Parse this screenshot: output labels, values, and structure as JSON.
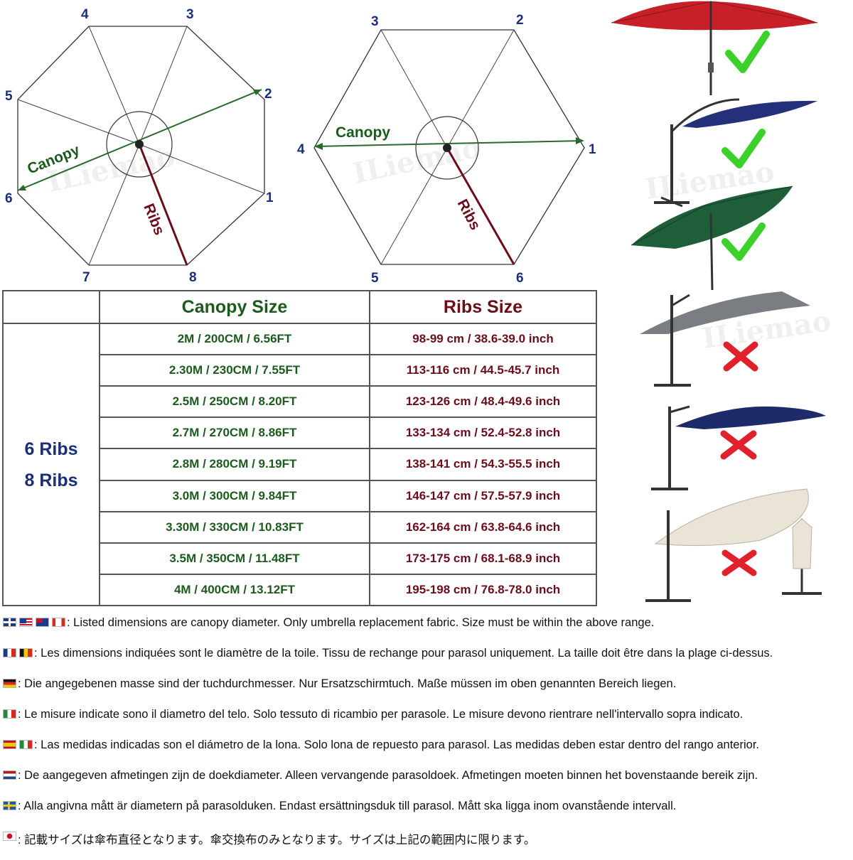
{
  "diagram_8": {
    "numbers": [
      "1",
      "2",
      "3",
      "4",
      "5",
      "6",
      "7",
      "8"
    ],
    "canopy_label": "Canopy",
    "ribs_label": "Ribs"
  },
  "diagram_6": {
    "numbers": [
      "1",
      "2",
      "3",
      "4",
      "5",
      "6"
    ],
    "canopy_label": "Canopy",
    "ribs_label": "Ribs"
  },
  "watermark": "ILiemao",
  "table": {
    "headers": {
      "canopy": "Canopy Size",
      "ribs": "Ribs Size"
    },
    "rib_counts": [
      "6 Ribs",
      "8 Ribs"
    ],
    "rows": [
      {
        "canopy": "2M / 200CM / 6.56FT",
        "ribs": "98-99 cm / 38.6-39.0 inch"
      },
      {
        "canopy": "2.30M / 230CM / 7.55FT",
        "ribs": "113-116 cm / 44.5-45.7 inch"
      },
      {
        "canopy": "2.5M / 250CM / 8.20FT",
        "ribs": "123-126 cm / 48.4-49.6 inch"
      },
      {
        "canopy": "2.7M / 270CM / 8.86FT",
        "ribs": "133-134 cm / 52.4-52.8 inch"
      },
      {
        "canopy": "2.8M / 280CM / 9.19FT",
        "ribs": "138-141 cm / 54.3-55.5 inch"
      },
      {
        "canopy": "3.0M / 300CM / 9.84FT",
        "ribs": "146-147 cm / 57.5-57.9 inch"
      },
      {
        "canopy": "3.30M / 330CM / 10.83FT",
        "ribs": "162-164 cm / 63.8-64.6 inch"
      },
      {
        "canopy": "3.5M / 350CM / 11.48FT",
        "ribs": "173-175 cm / 68.1-68.9 inch"
      },
      {
        "canopy": "4M / 400CM / 13.12FT",
        "ribs": "195-198 cm / 76.8-78.0 inch"
      }
    ]
  },
  "compatibility": [
    {
      "umbrella": "red-market-umbrella-icon",
      "mark": "check-icon"
    },
    {
      "umbrella": "blue-cantilever-umbrella-icon",
      "mark": "check-icon"
    },
    {
      "umbrella": "green-tilt-umbrella-icon",
      "mark": "check-icon"
    },
    {
      "umbrella": "grey-square-cantilever-icon",
      "mark": "cross-icon"
    },
    {
      "umbrella": "navy-led-cantilever-icon",
      "mark": "cross-icon"
    },
    {
      "umbrella": "beige-led-cantilever-icon",
      "mark": "cross-icon"
    }
  ],
  "colors": {
    "green_text": "#1d5a1d",
    "red_text": "#6b0d1a",
    "blue_text": "#1a2f7a",
    "check": "#3bd12a",
    "cross": "#e0202a"
  },
  "notes": [
    {
      "flags": [
        "gb-flag-icon",
        "us-flag-icon",
        "au-flag-icon",
        "ca-flag-icon"
      ],
      "text": ": Listed dimensions are canopy diameter. Only umbrella replacement fabric. Size must be within the above range."
    },
    {
      "flags": [
        "fr-flag-icon",
        "be-flag-icon"
      ],
      "text": ": Les dimensions indiquées sont le diamètre de la toile. Tissu de rechange pour parasol uniquement. La taille doit être dans la plage ci-dessus."
    },
    {
      "flags": [
        "de-flag-icon"
      ],
      "text": ": Die angegebenen masse sind der tuchdurchmesser. Nur Ersatzschirmtuch. Maße müssen im oben genannten Bereich liegen."
    },
    {
      "flags": [
        "it-flag-icon"
      ],
      "text": ": Le misure indicate sono il diametro del telo. Solo tessuto di ricambio per parasole. Le misure devono rientrare nell'intervallo sopra indicato."
    },
    {
      "flags": [
        "es-flag-icon",
        "mx-flag-icon"
      ],
      "text": ": Las medidas indicadas son el diámetro de la lona. Solo lona de repuesto para parasol. Las medidas deben estar dentro del rango anterior."
    },
    {
      "flags": [
        "nl-flag-icon"
      ],
      "text": ": De aangegeven afmetingen zijn de doekdiameter. Alleen vervangende parasoldoek. Afmetingen moeten binnen het bovenstaande bereik zijn."
    },
    {
      "flags": [
        "se-flag-icon"
      ],
      "text": ": Alla angivna mått är diametern på parasolduken. Endast ersättningsduk till parasol. Mått ska ligga inom ovanstående intervall."
    },
    {
      "flags": [
        "jp-flag-icon"
      ],
      "text": ": 記載サイズは傘布直径となります。傘交換布のみとなります。サイズは上記の範囲内に限ります。"
    }
  ]
}
